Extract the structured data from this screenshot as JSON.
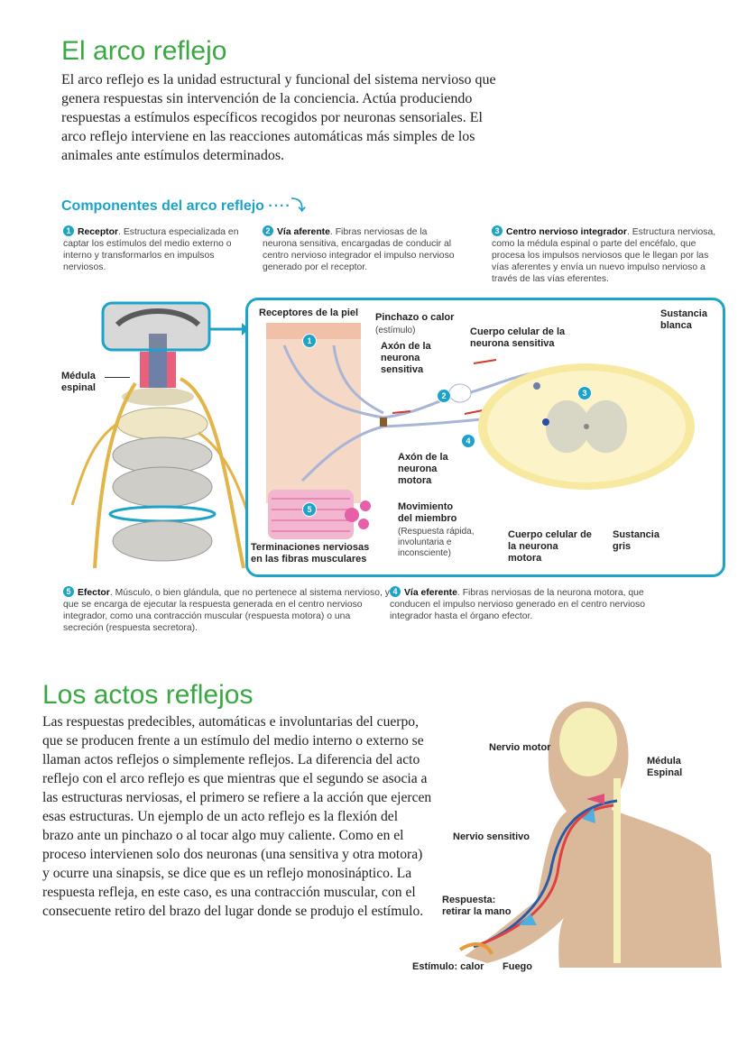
{
  "section1": {
    "title": "El arco reflejo",
    "paragraph": "El arco reflejo es la unidad estructural y funcional del sistema nervioso que genera respuestas sin intervención de la conciencia. Actúa produciendo respuestas a estímulos específicos recogidos por neuronas sensoriales. El arco reflejo interviene en las reacciones automáticas más simples de los animales ante estímulos determinados.",
    "components_heading": "Componentes del arco reflejo",
    "components": [
      {
        "num": "1",
        "name": "Receptor",
        "desc": "Estructura especializada en captar los estímulos del medio externo o interno y transformarlos en impulsos nerviosos."
      },
      {
        "num": "2",
        "name": "Vía aferente",
        "desc": "Fibras nerviosas de la neurona sensitiva, encargadas de conducir al centro nervioso integrador el impulso nervioso generado por el receptor."
      },
      {
        "num": "3",
        "name": "Centro nervioso integrador",
        "desc": "Estructura nerviosa, como la médula espinal o parte del encéfalo, que procesa los impulsos nerviosos que le llegan por las vías aferentes y envía un nuevo impulso nervioso a través de las vías eferentes."
      },
      {
        "num": "5",
        "name": "Efector",
        "desc": "Músculo, o bien glándula, que no pertenece al sistema nervioso, y que se encarga de ejecutar la respuesta generada en el centro nervioso integrador, como una contracción muscular (respuesta motora) o una secreción (respuesta secretora)."
      },
      {
        "num": "4",
        "name": "Vía eferente",
        "desc": "Fibras nerviosas de la neurona motora, que conducen el impulso nervioso generado en el centro nervioso integrador hasta el órgano efector."
      }
    ],
    "diagram": {
      "medula": "Médula espinal",
      "receptores": "Receptores de la piel",
      "pinchazo": "Pinchazo o calor",
      "estimulo": "(estímulo)",
      "axon_sensitiva": "Axón de la neurona sensitiva",
      "cuerpo_sensitiva": "Cuerpo celular de la neurona sensitiva",
      "sustancia_blanca": "Sustancia blanca",
      "axon_motora": "Axón de la neurona motora",
      "movimiento": "Movimiento del miembro",
      "respuesta_desc": "(Respuesta rápida, involuntaria e inconsciente)",
      "terminaciones": "Terminaciones nerviosas en las fibras musculares",
      "cuerpo_motora": "Cuerpo celular de la neurona motora",
      "sustancia_gris": "Sustancia gris"
    }
  },
  "section2": {
    "title": "Los actos reflejos",
    "paragraph": "Las respuestas predecibles, automáticas e involuntarias del cuerpo, que se producen frente a un estímulo del medio interno o externo se llaman actos reflejos o simplemente reflejos. La diferencia del acto reflejo con el arco reflejo es que mientras que el segundo se asocia a las estructuras nerviosas, el primero se refiere a la acción que ejercen esas estructuras. Un ejemplo de un acto reflejo es la flexión del brazo ante un pinchazo o al tocar algo muy caliente. Como en el proceso intervienen solo dos neuronas (una sensitiva y otra motora) y ocurre una sinapsis, se dice que es un reflejo monosináptico. La respuesta refleja, en este caso, es una contracción muscular, con el consecuente retiro del brazo del lugar donde se produjo el estímulo.",
    "figure": {
      "nervio_motor": "Nervio motor",
      "medula": "Médula Espinal",
      "nervio_sensitivo": "Nervio sensitivo",
      "respuesta": "Respuesta: retirar la mano",
      "estimulo": "Estímulo: calor",
      "fuego": "Fuego"
    }
  }
}
